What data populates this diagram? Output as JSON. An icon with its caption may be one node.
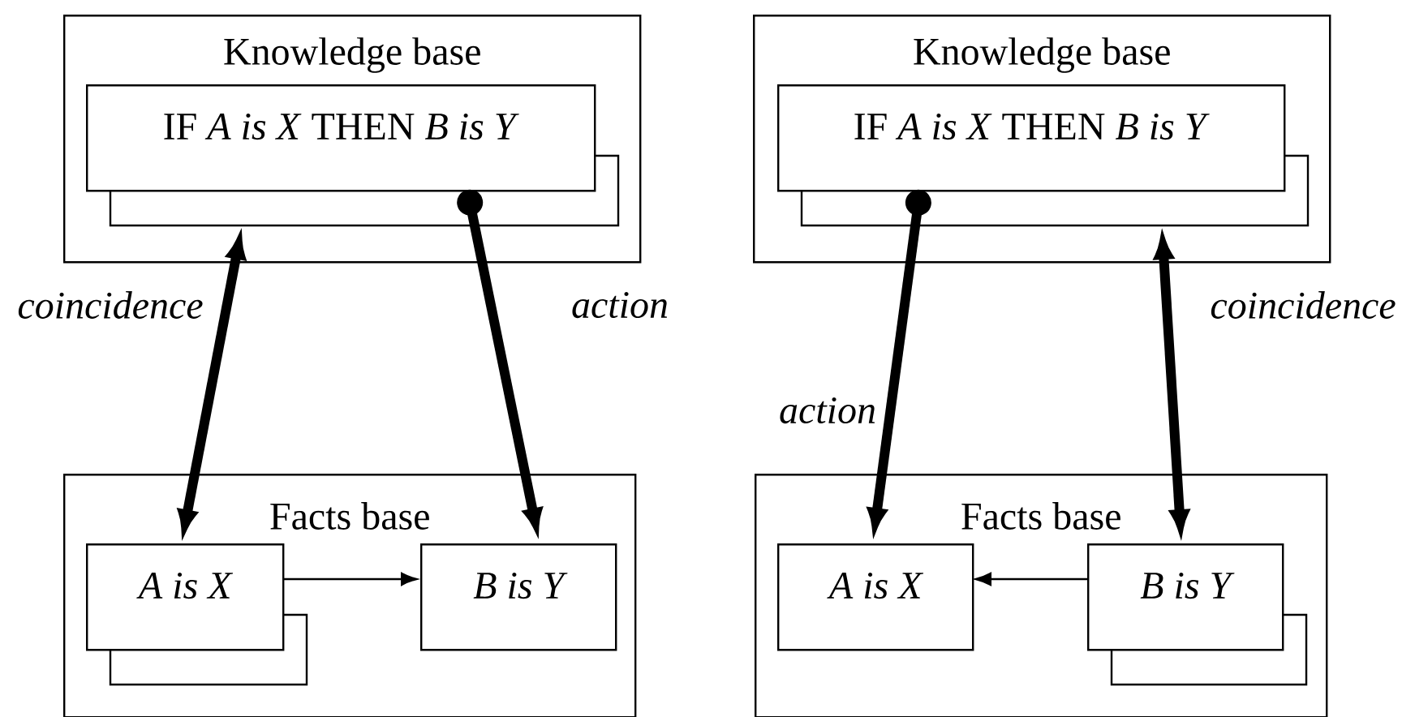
{
  "diagram": {
    "nodes": [
      {
        "text": [
          "Knowledge base"
        ]
      },
      {
        "text": [
          "IF *A is X* THEN *B is Y*"
        ],
        "in": 0
      },
      {
        "text": [
          "Facts base"
        ]
      },
      {
        "text": [
          "A is X"
        ],
        "in": 2
      },
      {
        "text": [
          "B is Y"
        ],
        "in": 2
      },
      {
        "text": [
          "Knowledge base"
        ]
      },
      {
        "text": [
          "IF *A is X* THEN *B is Y*"
        ],
        "in": 5
      },
      {
        "text": [
          "Facts base"
        ]
      },
      {
        "text": [
          "A is X"
        ],
        "in": 7
      },
      {
        "text": [
          "B is Y"
        ],
        "in": 7
      }
    ],
    "edges": [
      {
        "from": 1,
        "to": 3,
        "arrow": "both",
        "label": "coincidence"
      },
      {
        "from": 1,
        "to": 4,
        "arrow": "to",
        "label": "action"
      },
      {
        "from": 3,
        "to": 4,
        "arrow": "to"
      },
      {
        "from": 6,
        "to": 8,
        "arrow": "to",
        "label": "action"
      },
      {
        "from": 6,
        "to": 9,
        "arrow": "both",
        "label": "coincidence"
      },
      {
        "from": 9,
        "to": 8,
        "arrow": "to"
      }
    ]
  }
}
